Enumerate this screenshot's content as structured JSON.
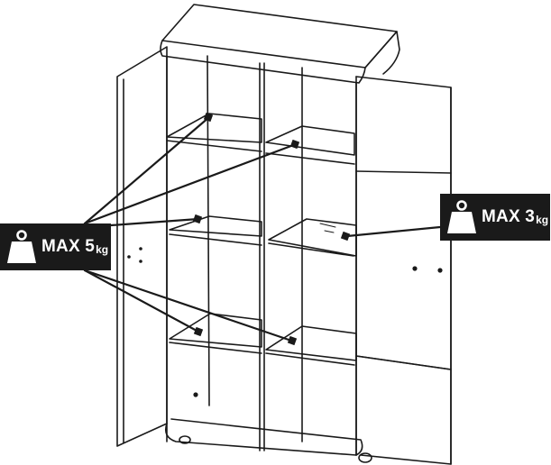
{
  "annotations": {
    "left": {
      "text": "MAX 5",
      "unit": "kg",
      "icon": "weight-icon"
    },
    "right": {
      "text": "MAX 3",
      "unit": "kg",
      "icon": "weight-icon"
    }
  },
  "colors": {
    "line": "#1a1a1a",
    "badge": "#1a1a1a",
    "badge_text": "#ffffff"
  }
}
